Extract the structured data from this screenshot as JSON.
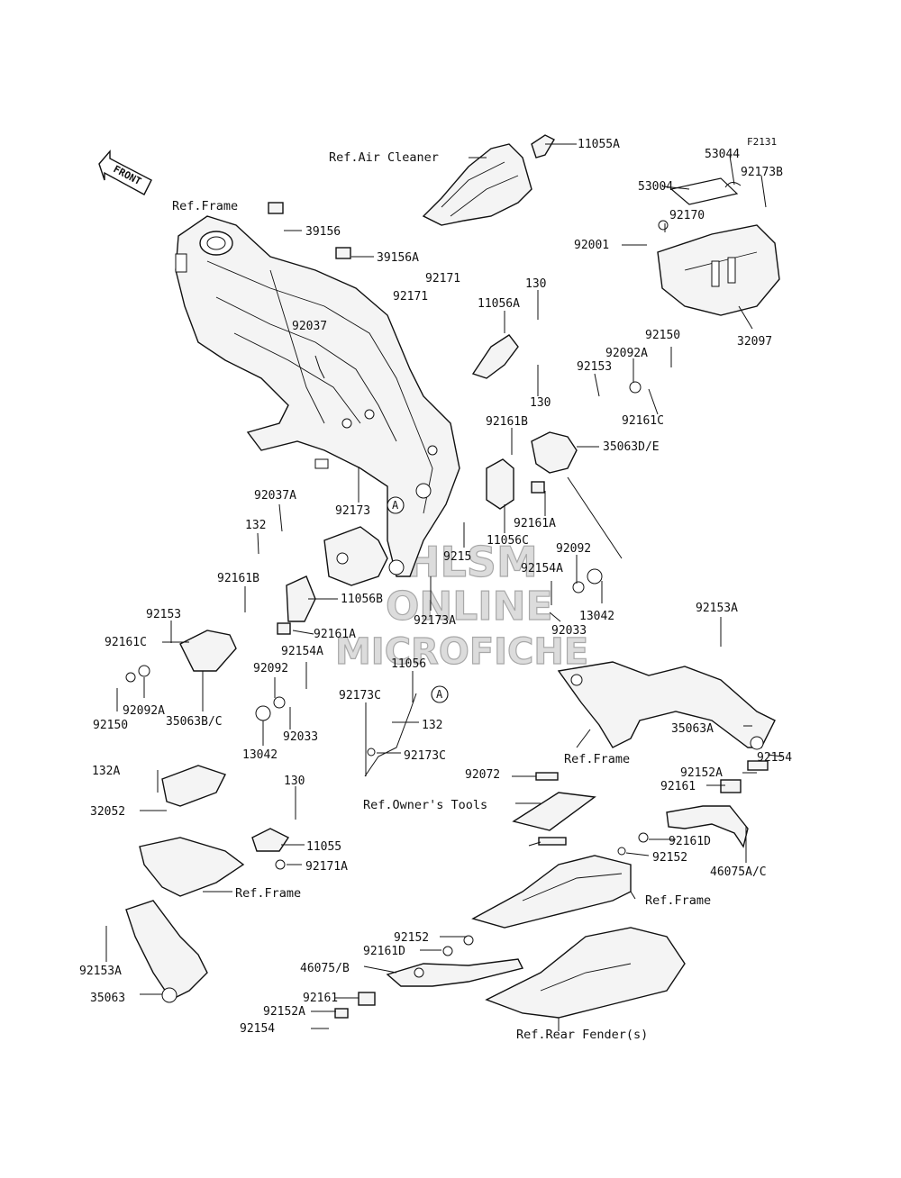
{
  "drawing_code": "F2131",
  "front_label": "FRONT",
  "circle_refs": [
    "A",
    "A"
  ],
  "watermark": [
    "HLSM",
    "ONLINE",
    "MICROFICHE"
  ],
  "refs": [
    "Ref.Air Cleaner",
    "Ref.Frame",
    "Ref.Frame",
    "Ref.Owner's Tools",
    "Ref.Frame",
    "Ref.Frame",
    "Ref.Rear Fender(s)"
  ],
  "labels": [
    "11055A",
    "53044",
    "92173B",
    "53004",
    "92170",
    "92001",
    "32097",
    "39156",
    "39156A",
    "92171",
    "92171",
    "11056A",
    "130",
    "130",
    "92037",
    "92150",
    "92092A",
    "92153",
    "92161C",
    "92161B",
    "35063D/E",
    "92161A",
    "11056C",
    "92092",
    "92154A",
    "13042",
    "92033",
    "92173",
    "92037A",
    "132",
    "92161B",
    "11056B",
    "92153",
    "92161C",
    "92092A",
    "92150",
    "35063B/C",
    "92161A",
    "92154A",
    "92092",
    "92033",
    "13042",
    "9215",
    "92173A",
    "11056",
    "92173C",
    "132",
    "92173C",
    "92153A",
    "35063A",
    "92154",
    "92152A",
    "92161",
    "92072",
    "92161D",
    "92152",
    "46075A/C",
    "132A",
    "32052",
    "130",
    "11055",
    "92171A",
    "92153A",
    "35063",
    "92152",
    "92161D",
    "46075/B",
    "92161",
    "92152A",
    "92154"
  ]
}
